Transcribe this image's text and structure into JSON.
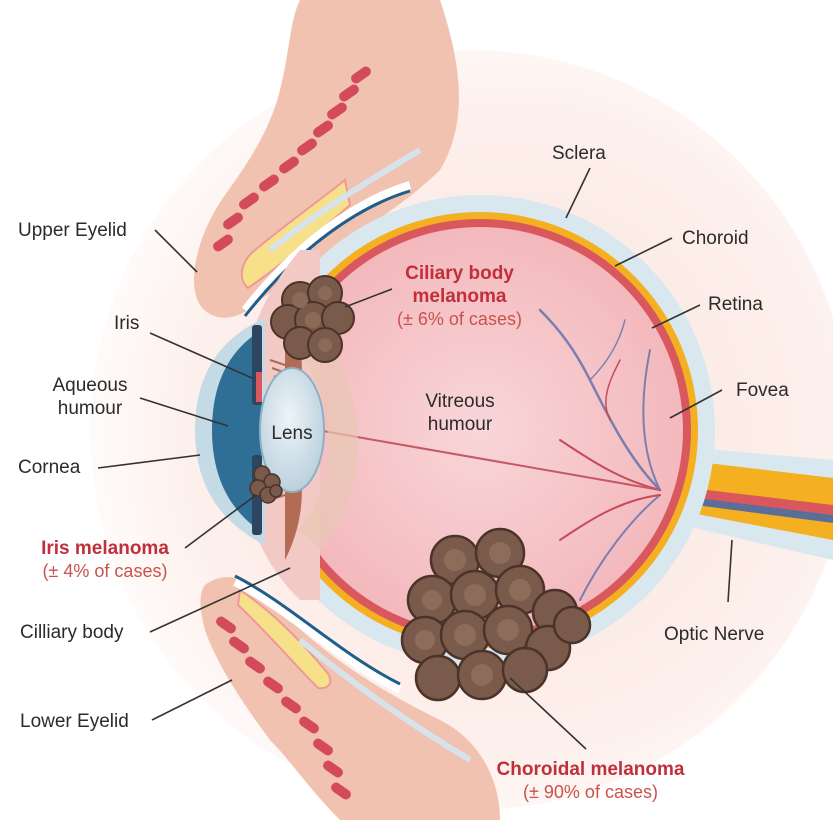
{
  "labels": {
    "sclera": "Sclera",
    "choroid": "Choroid",
    "retina": "Retina",
    "fovea": "Fovea",
    "optic_nerve": "Optic Nerve",
    "upper_eyelid": "Upper Eyelid",
    "iris": "Iris",
    "aqueous_line1": "Aqueous",
    "aqueous_line2": "humour",
    "cornea": "Cornea",
    "cilliary_body": "Cilliary body",
    "lower_eyelid": "Lower Eyelid",
    "lens": "Lens",
    "vitreous_line1": "Vitreous",
    "vitreous_line2": "humour"
  },
  "melanomas": {
    "ciliary": {
      "line1": "Ciliary body",
      "line2": "melanoma",
      "cases": "(± 6% of cases)"
    },
    "iris": {
      "title": "Iris melanoma",
      "cases": "(± 4% of cases)"
    },
    "choroidal": {
      "title": "Choroidal melanoma",
      "cases": "(± 90% of cases)"
    }
  },
  "colors": {
    "skin": "#f2c7b6",
    "sclera": "#d9e8ee",
    "choroid": "#f4b020",
    "retina": "#d9585e",
    "vitreous": "#f7c9cc",
    "tumor": "#7a5a4a",
    "accent_red": "#c0303a"
  }
}
